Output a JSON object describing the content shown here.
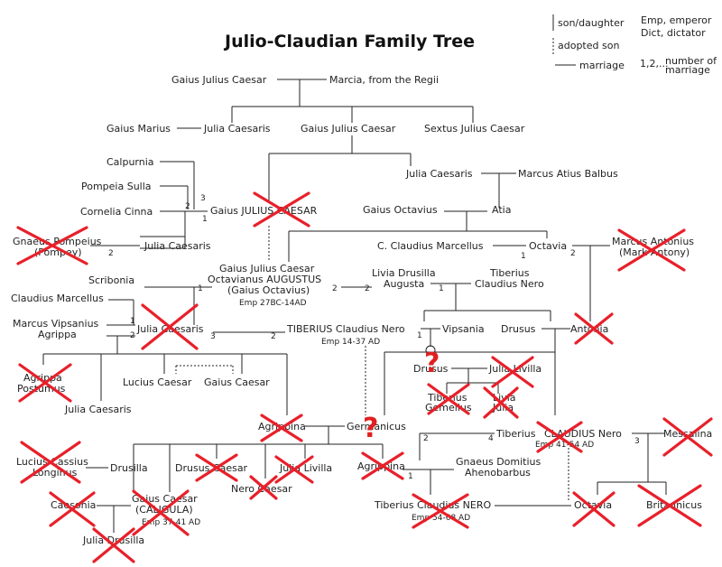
{
  "title": "Julio-Claudian Family Tree",
  "legend": {
    "son_daughter": "son/daughter",
    "adopted_son": "adopted son",
    "marriage": "marriage",
    "emp_line1": "Emp,  emperor",
    "emp_line2": "Dict,   dictator",
    "num_label": "1,2,...",
    "num_desc1": "number of",
    "num_desc2": "marriage"
  },
  "people": {
    "gaius_julius_caesar_elder": "Gaius Julius Caesar",
    "marcia": "Marcia, from the Regii",
    "gaius_marius": "Gaius Marius",
    "julia_caesaris_a": "Julia Caesaris",
    "gaius_julius_caesar_father": "Gaius Julius Caesar",
    "sextus_julius_caesar": "Sextus Julius Caesar",
    "calpurnia": "Calpurnia",
    "pompeia_sulla": "Pompeia Sulla",
    "cornelia_cinna": "Cornelia Cinna",
    "julius_caesar_prefix": "Gaius ",
    "julius_caesar_bold": "JULIUS CAESAR",
    "julia_caesaris_b": "Julia Caesaris",
    "marcus_atius_balbus": "Marcus Atius Balbus",
    "gaius_octavius": "Gaius Octavius",
    "atia": "Atia",
    "gnaeus_pompeius_1": "Gnaeus Pompeius",
    "gnaeus_pompeius_2": "(Pompey)",
    "julia_caesaris_c": "Julia Caesaris",
    "c_claudius_marcellus": "C. Claudius Marcellus",
    "octavia_a": "Octavia",
    "marcus_antonius_1": "Marcus Antonius",
    "marcus_antonius_2": "(Mark Antony)",
    "augustus_line1": "Gaius Julius Caesar",
    "augustus_line2_prefix": "Octavianus ",
    "augustus_line2_bold": "AUGUSTUS",
    "augustus_line3": "(Gaius Octavius)",
    "augustus_reign": "Emp 27BC-14AD",
    "scribonia": "Scribonia",
    "livia_1": "Livia Drusilla",
    "livia_2": "Augusta",
    "tiberius_nero_1": "Tiberius",
    "tiberius_nero_2": "Claudius Nero",
    "claudius_marcellus": "Claudius Marcellus",
    "agrippa_1": "Marcus Vipsanius",
    "agrippa_2": "Agrippa",
    "julia_caesaris_d": "Julia Caesaris",
    "tiberius_bold": "TIBERIUS",
    "tiberius_rest": " Claudius Nero",
    "tiberius_reign": "Emp 14-37 AD",
    "vipsania": "Vipsania",
    "drusus": "Drusus",
    "antonia": "Antonia",
    "agrippa_postumus_1": "Agrippa",
    "agrippa_postumus_2": "Postumus",
    "lucius_caesar": "Lucius Caesar",
    "gaius_caesar": "Gaius Caesar",
    "julia_caesaris_e": "Julia Caesaris",
    "drusus_jr": "Drusus",
    "livilla": "Julia Livilla",
    "tiberius_gemellus_1": "Tiberius",
    "tiberius_gemellus_2": "Gemellus",
    "julia_1": "Livia",
    "julia_2": "Julia",
    "agrippina_elder": "Agrippina",
    "germanicus": "Germanicus",
    "tiberius_b": "Tiberius",
    "claudius_bold": "CLAUDIUS",
    "claudius_rest": " Nero",
    "claudius_reign": "Emp 41-54 AD",
    "messalina": "Messalina",
    "lucius_cassius_1": "Lucius Cassius",
    "lucius_cassius_2": "Longinus",
    "drusilla": "Drusilla",
    "drusus_caesar": "Drusus Caesar",
    "nero_caesar": "Nero Caesar",
    "julia_livilla": "Julia Livilla",
    "agrippina_younger": "Agrippina",
    "ahenobarbus_1": "Gnaeus Domitius",
    "ahenobarbus_2": "Ahenobarbus",
    "caesonia": "Caesonia",
    "caligula_1": "Gaius Caesar",
    "caligula_bold": "CALIGULA",
    "caligula_reign": "Emp 37-41 AD",
    "julia_drusilla": "Julia Drusilla",
    "nero_prefix": "Tiberius Claudius ",
    "nero_bold": "NERO",
    "nero_reign": "Emp 54-68 AD",
    "octavia_b": "Octavia",
    "britannicus": "Britannicus"
  },
  "marriage_numbers": {
    "m3": "3",
    "m2": "2",
    "m1": "1",
    "pompey_2": "2",
    "octavia_1": "1",
    "octavia_2": "2",
    "aug_2": "2",
    "liv_2": "2",
    "liv_1": "1",
    "scrib_1": "1",
    "marc_1": "1",
    "agr_2": "2",
    "jul_3": "3",
    "tib_2": "2",
    "tib_1": "1",
    "cl_2": "2",
    "cl_4": "4",
    "cl_3": "3",
    "agy_1": "1"
  },
  "question_marks": {
    "q1": "?",
    "q2": "?"
  },
  "colors": {
    "line": "#222222",
    "cross": "#e8202a",
    "text": "#222222"
  },
  "icons": [
    "red-x-cross-icon"
  ]
}
